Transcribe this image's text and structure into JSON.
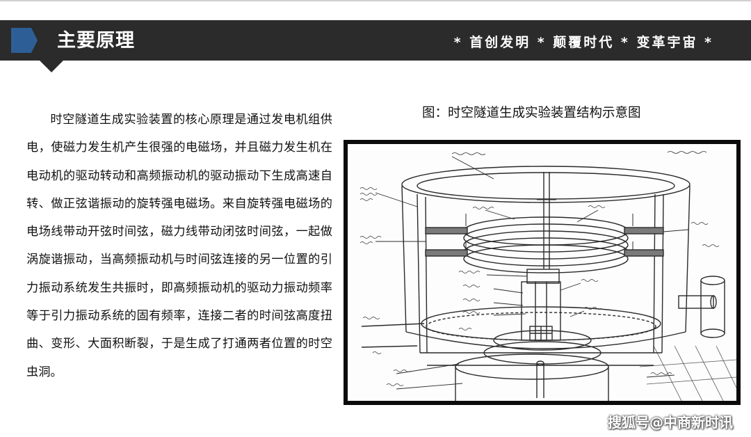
{
  "header": {
    "title": "主要原理",
    "slogan": "* 首创发明 * 颠覆时代 * 变革宇宙 *"
  },
  "principle": {
    "text": "时空隧道生成实验装置的核心原理是通过发电机组供电，使磁力发生机产生很强的电磁场，并且磁力发生机在电动机的驱动转动和高频振动机的驱动振动下生成高速自转、做正弦谐振动的旋转强电磁场。来自旋转强电磁场的电场线带动开弦时间弦，磁力线带动闭弦时间弦，一起做涡旋谐振动，当高频振动机与时间弦连接的另一位置的引力振动系统发生共振时，即高频振动机的驱动力振动频率等于引力振动系统的固有频率，连接二者的时间弦高度扭曲、变形、大面积断裂，于是生成了打通两者位置的时空虫洞。"
  },
  "figure": {
    "caption": "图：时空隧道生成实验装置结构示意图"
  },
  "watermark": {
    "text": "搜狐号@中商新时讯"
  },
  "colors": {
    "header_band": "#2b2b2b",
    "badge": "#2d5f96",
    "text": "#111111"
  }
}
